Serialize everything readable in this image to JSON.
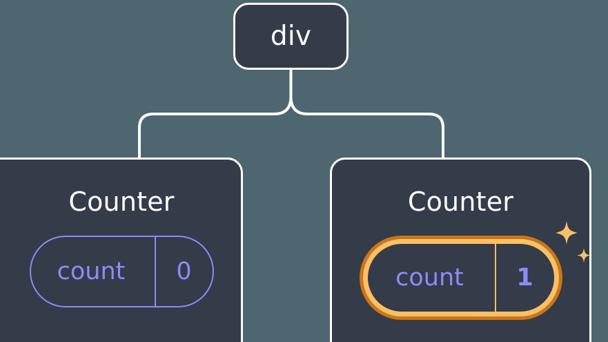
{
  "diagram": {
    "type": "component-tree",
    "root": {
      "label": "div"
    },
    "children": [
      {
        "title": "Counter",
        "state_key": "count",
        "state_value": "0",
        "highlighted": "false"
      },
      {
        "title": "Counter",
        "state_key": "count",
        "state_value": "1",
        "highlighted": "true",
        "sparkle_large": "sparkle-icon",
        "sparkle_small": "sparkle-icon"
      }
    ]
  },
  "colors": {
    "background": "#4d6670",
    "node_fill": "#343b49",
    "node_border": "#ffffff",
    "text_primary": "#ffffff",
    "state_accent": "#8b8cf8",
    "highlight_outer": "#c9761a",
    "highlight_inner": "#fbbf68",
    "sparkle": "#fbbf68"
  }
}
